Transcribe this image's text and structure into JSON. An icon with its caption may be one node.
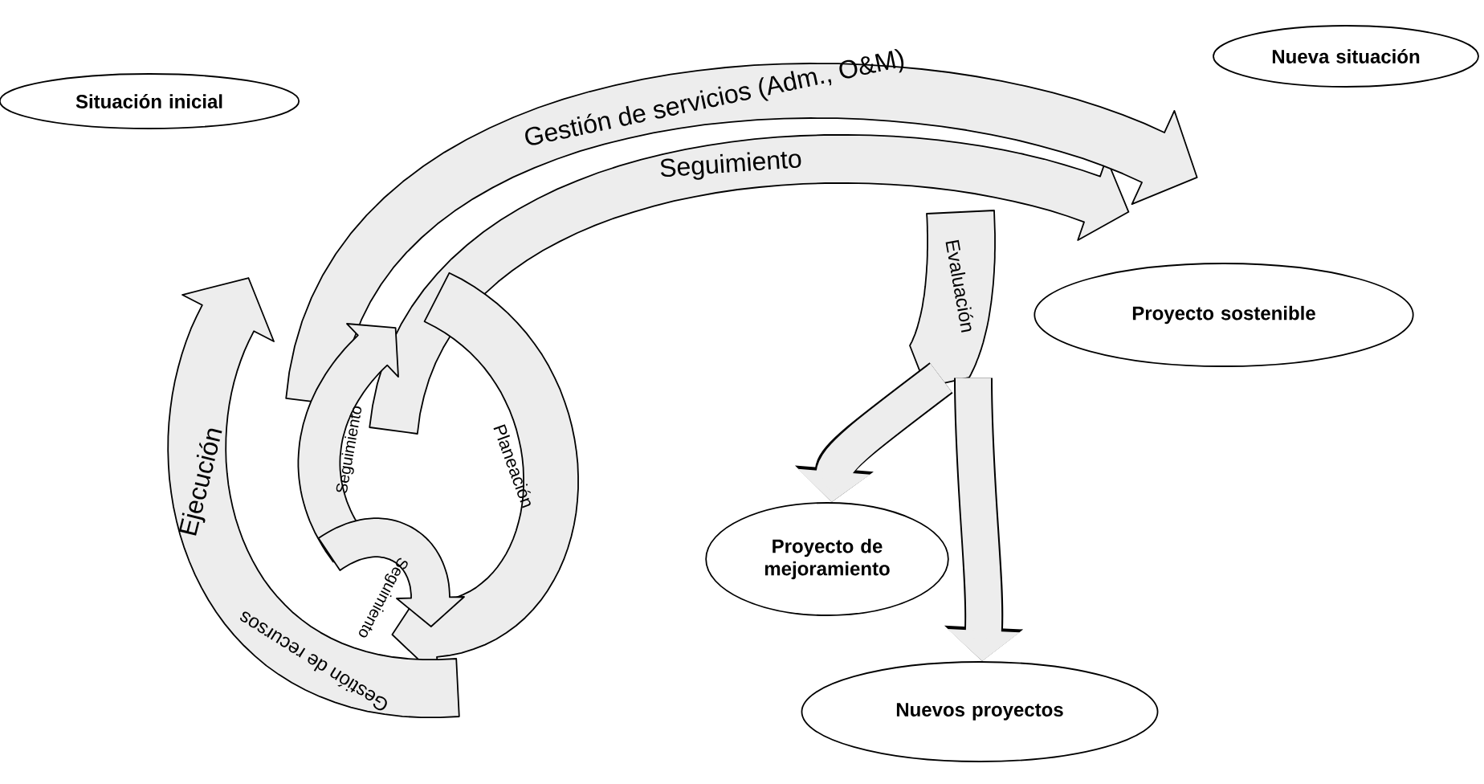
{
  "diagram": {
    "nodes": [
      {
        "text": [
          "Situación inicial"
        ]
      },
      {
        "text": [
          "Nueva situación"
        ]
      },
      {
        "text": [
          "Proyecto sostenible"
        ]
      },
      {
        "text": [
          "Proyecto de mejoramiento"
        ]
      },
      {
        "text": [
          "Nuevos proyectos"
        ]
      },
      {
        "text": [
          "Evaluación"
        ]
      },
      {
        "text": [
          "Gestión de servicios (Adm., O&M)"
        ]
      },
      {
        "text": [
          "Seguimiento"
        ]
      },
      {
        "text": [
          "Ejecución",
          "Gestión de recursos"
        ]
      },
      {
        "text": [
          "Seguimiento"
        ]
      },
      {
        "text": [
          "Planeación"
        ]
      },
      {
        "text": [
          "Seguimiento"
        ]
      }
    ],
    "edges": [
      {
        "from": 5,
        "to": 3,
        "arrow": "to"
      },
      {
        "from": 5,
        "to": 4,
        "arrow": "to"
      }
    ]
  }
}
